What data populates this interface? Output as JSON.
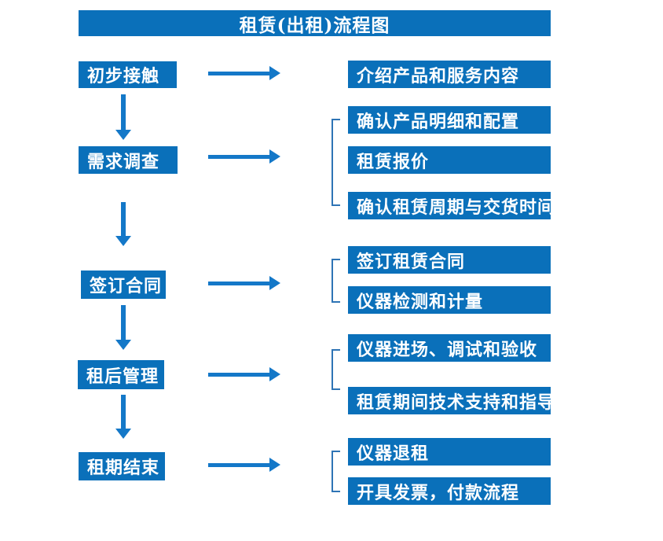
{
  "title": "租赁(出租)流程图",
  "colors": {
    "box_blue": "#0A70BA",
    "arrow_blue": "#1478C8",
    "bracket_blue": "#2E74B5",
    "text": "#FFFFFF",
    "background": "#FFFFFF"
  },
  "flow": {
    "steps": [
      {
        "label": "初步接触",
        "details": [
          "介绍产品和服务内容"
        ]
      },
      {
        "label": "需求调查",
        "details": [
          "确认产品明细和配置",
          "租赁报价",
          "确认租赁周期与交货时间"
        ]
      },
      {
        "label": "签订合同",
        "details": [
          "签订租赁合同",
          "仪器检测和计量"
        ]
      },
      {
        "label": "租后管理",
        "details": [
          "仪器进场、调试和验收",
          "租赁期间技术支持和指导"
        ]
      },
      {
        "label": "租期结束",
        "details": [
          "仪器退租",
          "开具发票，付款流程"
        ]
      }
    ]
  }
}
